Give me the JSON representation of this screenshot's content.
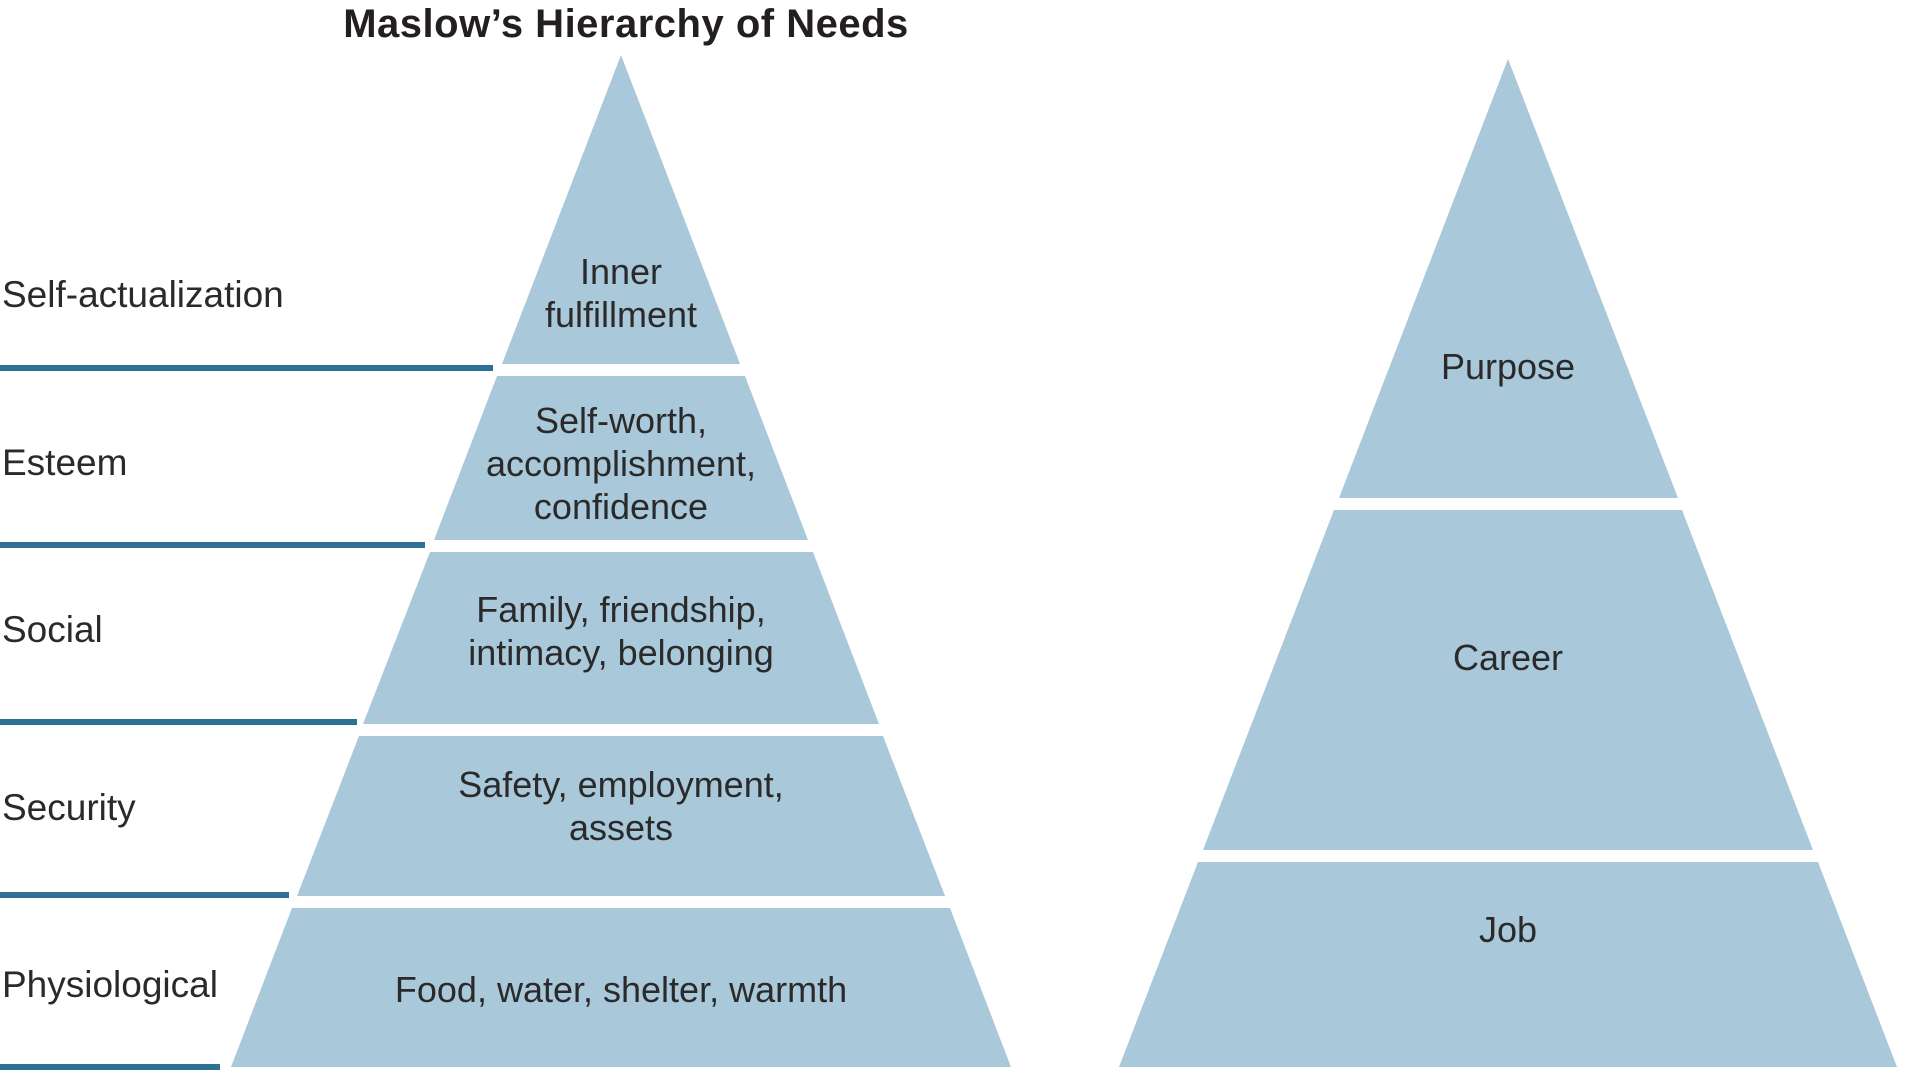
{
  "title": "Maslow’s Hierarchy of Needs",
  "colors": {
    "pyramid_fill": "#a9c8d9",
    "divider_line": "#2e7196",
    "text": "#2b2a2b",
    "title_text": "#231f20"
  },
  "left_pyramid": {
    "levels": [
      {
        "label": "Self-actualization",
        "description": "Inner\nfulfillment"
      },
      {
        "label": "Esteem",
        "description": "Self-worth,\naccomplishment,\nconfidence"
      },
      {
        "label": "Social",
        "description": "Family, friendship,\nintimacy, belonging"
      },
      {
        "label": "Security",
        "description": "Safety, employment,\nassets"
      },
      {
        "label": "Physiological",
        "description": "Food, water, shelter, warmth"
      }
    ]
  },
  "right_pyramid": {
    "levels": [
      {
        "label": "Purpose"
      },
      {
        "label": "Career"
      },
      {
        "label": "Job"
      }
    ]
  }
}
